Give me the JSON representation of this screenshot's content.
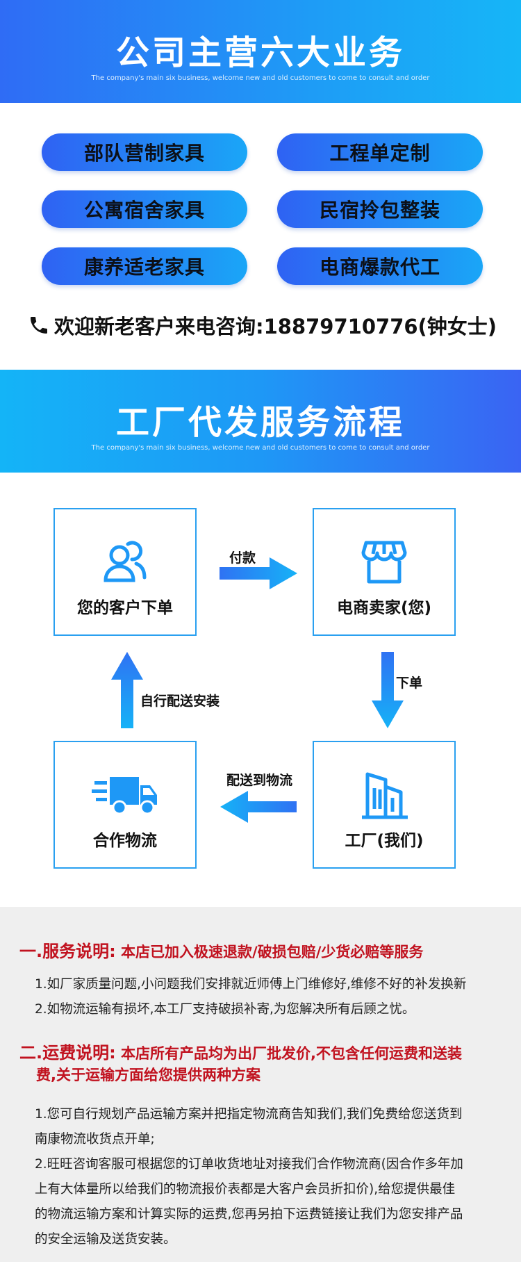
{
  "section1": {
    "title": "公司主营六大业务",
    "subtitle": "The company's main six business, welcome new and old customers to come to consult and order"
  },
  "businesses": [
    "部队营制家具",
    "工程单定制",
    "公寓宿舍家具",
    "民宿拎包整装",
    "康养适老家具",
    "电商爆款代工"
  ],
  "contact": "欢迎新老客户来电咨询:18879710776(钟女士)",
  "section2": {
    "title": "工厂代发服务流程",
    "subtitle": "The company's main six business, welcome new and old customers to come to consult and order"
  },
  "flow": {
    "customer": "您的客户下单",
    "seller": "电商卖家(您)",
    "factory": "工厂(我们)",
    "logistics": "合作物流",
    "step_pay": "付款",
    "step_order": "下单",
    "step_ship": "配送到物流",
    "step_deliver": "自行配送安装"
  },
  "notes": {
    "h1_prefix": "一.服务说明:",
    "h1_text": "本店已加入极速退款/破损包赔/少货必赔等服务",
    "n1": "1.如厂家质量问题,小问题我们安排就近师傅上门维修好,维修不好的补发换新",
    "n2": "2.如物流运输有损坏,本工厂支持破损补寄,为您解决所有后顾之忧。",
    "h2_prefix": "二.运费说明:",
    "h2_line1": "本店所有产品均为出厂批发价,不包含任何运费和送装",
    "h2_line2": "费,关于运输方面给您提供两种方案",
    "m1_line1": "1.您可自行规划产品运输方案并把指定物流商告知我们,我们免费给您送货到",
    "m1_line2": "南康物流收货点开单;",
    "m2_line1": "2.旺旺咨询客服可根据您的订单收货地址对接我们合作物流商(因合作多年加",
    "m2_line2": "上有大体量所以给我们的物流报价表都是大客户会员折扣价),给您提供最佳",
    "m2_line3": "的物流运输方案和计算实际的运费,您再另拍下运费链接让我们为您安排产品",
    "m2_line4": "的安全运输及送货安装。"
  },
  "colors": {
    "blue": "#1e98f6",
    "red": "#c1121f",
    "grey_bg": "#efefef"
  },
  "icons": [
    "phone-icon",
    "users-icon",
    "store-icon",
    "building-icon",
    "truck-icon"
  ]
}
